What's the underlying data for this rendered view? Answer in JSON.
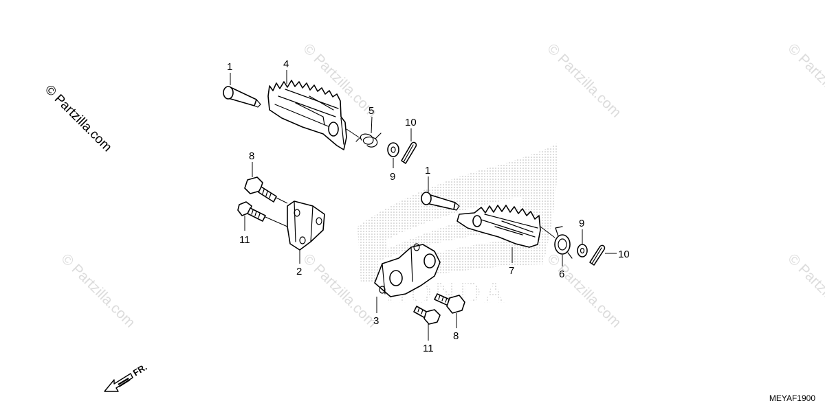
{
  "copyright": "© Partzilla.com",
  "watermark": "© Partzilla.com",
  "diagram_code": "MEYAF1900",
  "front_indicator": "FR.",
  "brand_background": "HONDA",
  "callouts": {
    "c1a": "1",
    "c4": "4",
    "c5": "5",
    "c10a": "10",
    "c9a": "9",
    "c8a": "8",
    "c11a": "11",
    "c2": "2",
    "c1b": "1",
    "c9b": "9",
    "c10b": "10",
    "c7": "7",
    "c6": "6",
    "c3": "3",
    "c11b": "11",
    "c8b": "8"
  },
  "colors": {
    "line": "#000000",
    "watermark": "#dcdcdc",
    "logo_dots": "#b4b4b4"
  }
}
